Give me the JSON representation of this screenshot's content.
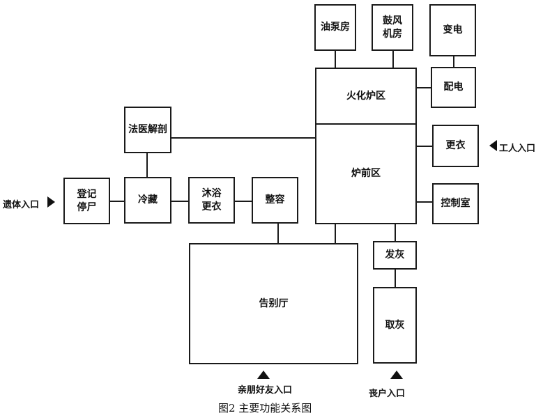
{
  "boxes": {
    "oil_pump": "油泵房",
    "blower": "鼓风\n机房",
    "transformer": "变电",
    "distribution": "配电",
    "cremation_zone": "火化炉区",
    "forensic": "法医解剖",
    "front_zone": "炉前区",
    "changing": "更衣",
    "control": "控制室",
    "register": "登记\n停尸",
    "cold_storage": "冷藏",
    "bathing": "沐浴\n更衣",
    "cosmetic": "整容",
    "farewell": "告别厅",
    "ash_dispatch": "发灰",
    "ash_pickup": "取灰"
  },
  "entrances": {
    "body": "遗体入口",
    "worker": "工人入口",
    "relatives": "亲朋好友入口",
    "mourner": "丧户入口"
  },
  "caption": "图2 主要功能关系图"
}
